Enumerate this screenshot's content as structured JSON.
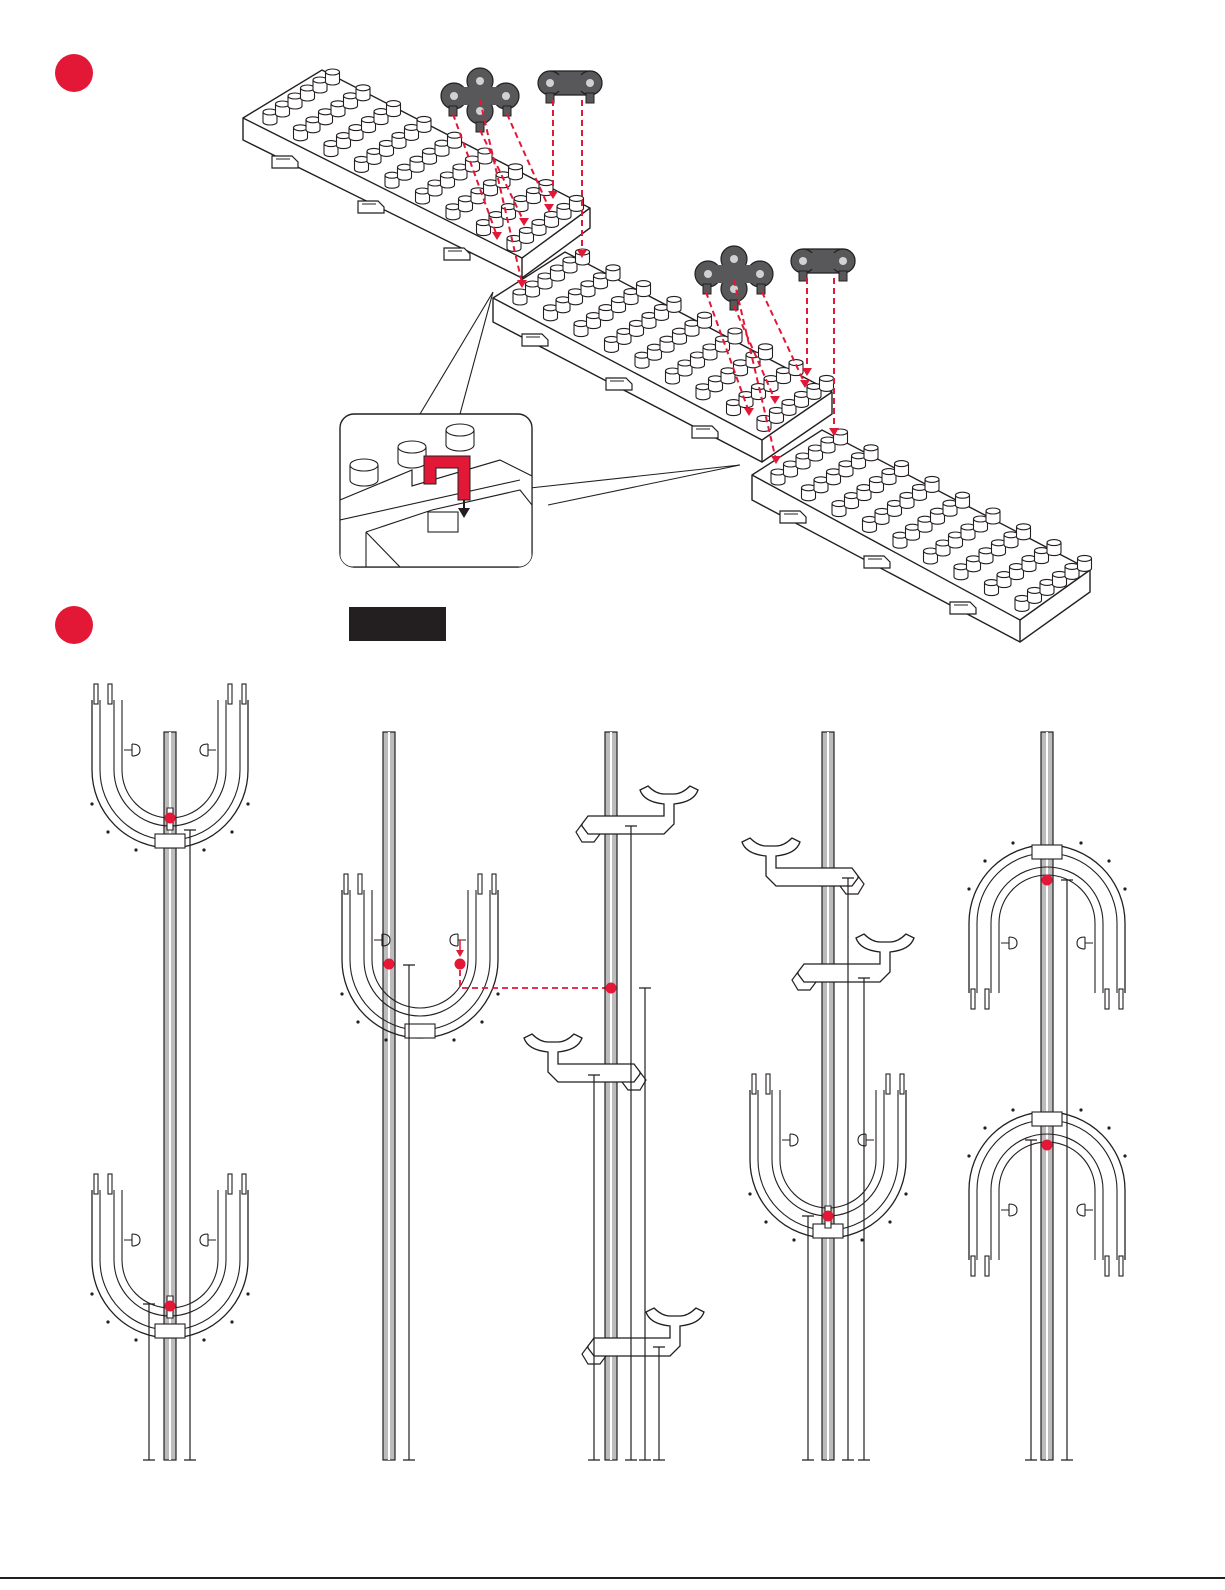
{
  "colors": {
    "accent": "#e31837",
    "ink": "#231f20",
    "part_gray": "#58585a",
    "rod_gray": "#bcbcbc",
    "paper": "#ffffff"
  },
  "steps": [
    {
      "id": "step-1",
      "number": "",
      "icon": "red-circle-icon"
    },
    {
      "id": "step-2",
      "number": "",
      "icon": "red-circle-icon"
    }
  ],
  "step2_label": "",
  "rods": [
    {
      "id": "rod-1",
      "parts": [
        "u-track-top",
        "u-track-bottom"
      ]
    },
    {
      "id": "rod-2",
      "parts": [
        "u-track-open-up"
      ]
    },
    {
      "id": "rod-3",
      "parts": [
        "bracket-right",
        "bracket-left",
        "bracket-bottom"
      ]
    },
    {
      "id": "rod-4",
      "parts": [
        "bracket-left",
        "bracket-right",
        "u-track-open-up"
      ]
    },
    {
      "id": "rod-5",
      "parts": [
        "u-track-open-down",
        "u-track-open-down"
      ]
    }
  ]
}
